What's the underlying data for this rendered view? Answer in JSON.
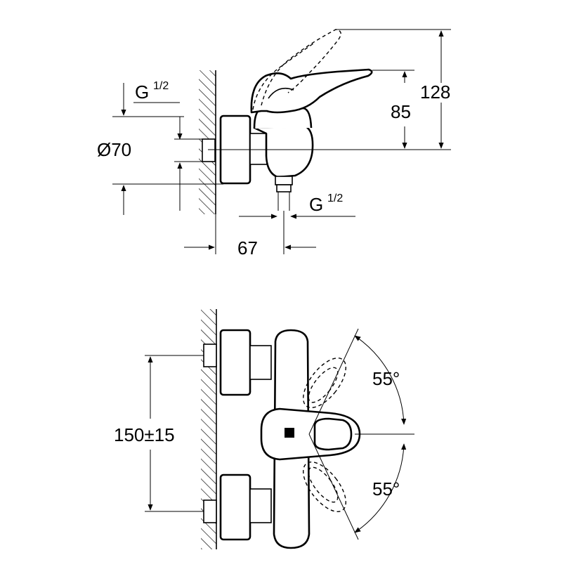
{
  "side_view": {
    "thread_top": "G",
    "thread_top_frac": "1/2",
    "diameter": "Ø70",
    "thread_bottom": "G",
    "thread_bottom_frac": "1/2",
    "dim_projection": "67",
    "dim_height_total": "128",
    "dim_height_axis": "85"
  },
  "front_view": {
    "dim_centers": "150±15",
    "angle_up": "55°",
    "angle_down": "55°"
  },
  "colors": {
    "line": "#000000",
    "background": "#ffffff"
  }
}
